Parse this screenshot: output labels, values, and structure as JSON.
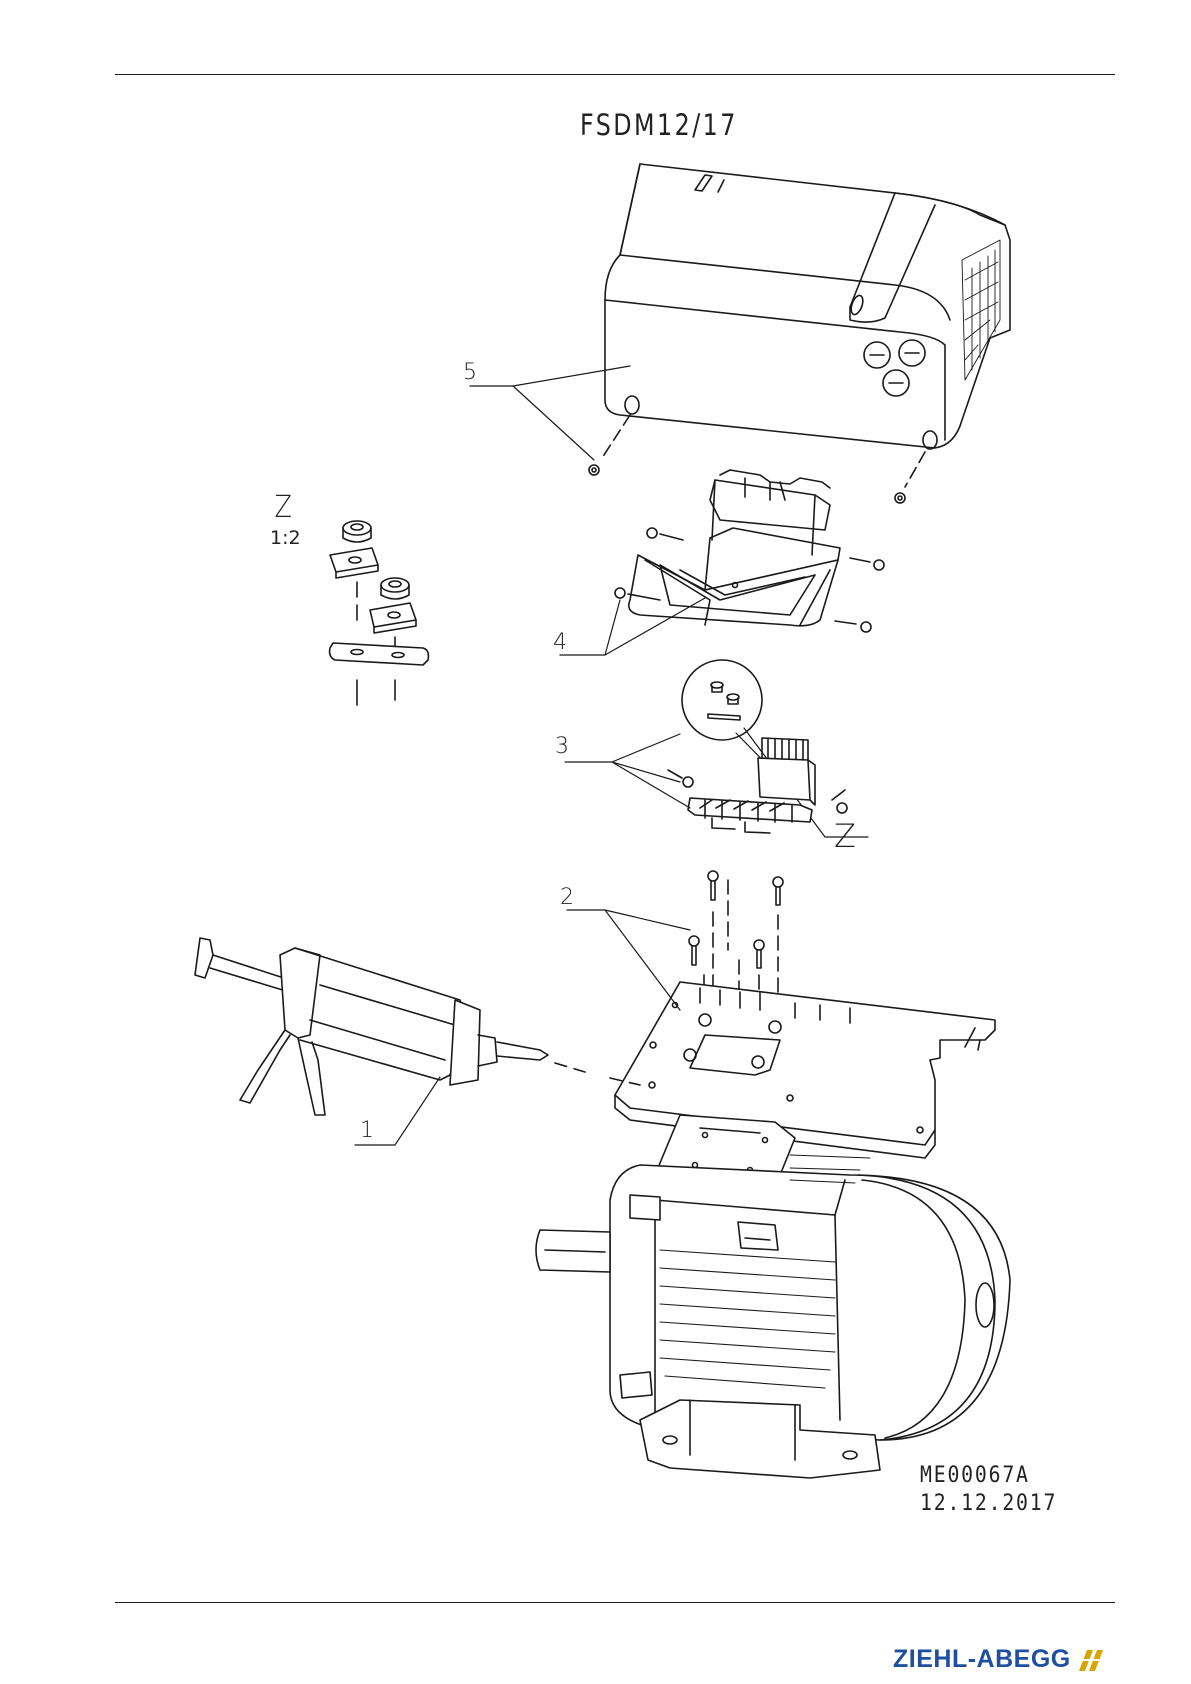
{
  "drawing": {
    "title": "FSDM12/17",
    "detail_label": "Z",
    "detail_scale": "1:2",
    "detail_callout": "Z",
    "drawing_number": "ME00067A",
    "drawing_date": "12.12.2017"
  },
  "callouts": [
    "1",
    "2",
    "3",
    "4",
    "5"
  ],
  "brand": {
    "name": "ZIEHL-ABEGG",
    "color": "#1f4fa0",
    "mark_color": "#d8a400"
  }
}
